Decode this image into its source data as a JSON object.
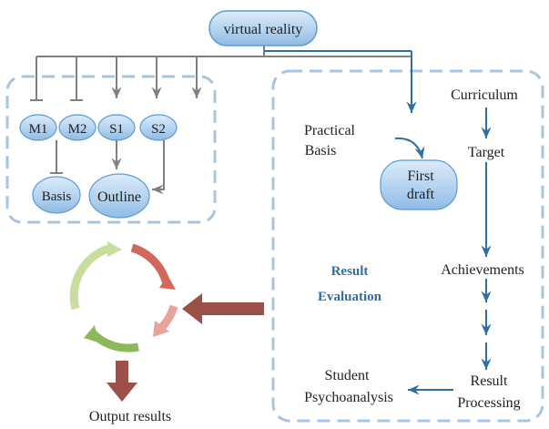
{
  "diagram": {
    "root": {
      "label": "virtual reality"
    },
    "left_nodes": {
      "m1": "M1",
      "m2": "M2",
      "s1": "S1",
      "s2": "S2",
      "basis": "Basis",
      "outline": "Outline"
    },
    "right_nodes": {
      "curriculum": "Curriculum",
      "target": "Target",
      "practical_basis_line1": "Practical",
      "practical_basis_line2": "Basis",
      "first_draft_line1": "First",
      "first_draft_line2": "draft",
      "achievements": "Achievements",
      "result_processing_line1": "Result",
      "result_processing_line2": "Processing",
      "student_line1": "Student",
      "student_line2": "Psychoanalysis",
      "result_evaluation_line1": "Result",
      "result_evaluation_line2": "Evaluation"
    },
    "bottom": {
      "output_results": "Output results"
    },
    "colors": {
      "node_fill": "#bcd7f1",
      "node_stroke": "#5b9bd5",
      "dashed_border": "#a7c4e0",
      "gray_connector": "#808080",
      "blue_connector": "#2f6fa6",
      "cycle_red": "#d1685c",
      "cycle_pink": "#eaa39a",
      "cycle_green": "#8db85a",
      "cycle_light_green": "#c7de9e",
      "big_arrow_brown": "#9c5048"
    }
  }
}
